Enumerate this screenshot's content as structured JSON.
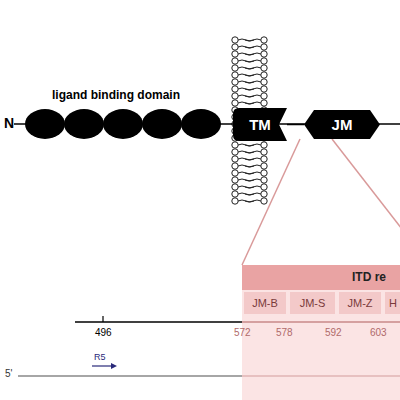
{
  "diagram": {
    "nodes": [
      {
        "text": [
          "TM"
        ]
      },
      {
        "text": [
          "JM"
        ]
      },
      {
        "text": [
          "ITD re"
        ]
      },
      {
        "text": [
          "JM-B"
        ],
        "in": 2
      },
      {
        "text": [
          "JM-S"
        ],
        "in": 2
      },
      {
        "text": [
          "JM-Z"
        ],
        "in": 2
      },
      {
        "text": [
          "H"
        ],
        "in": 2
      }
    ],
    "edges": [
      {
        "from": 0,
        "to": 1,
        "arrow": "none"
      }
    ],
    "labels": [
      "N",
      "ligand binding domain",
      "496",
      "572",
      "578",
      "592",
      "603",
      "5'",
      "R5"
    ]
  }
}
